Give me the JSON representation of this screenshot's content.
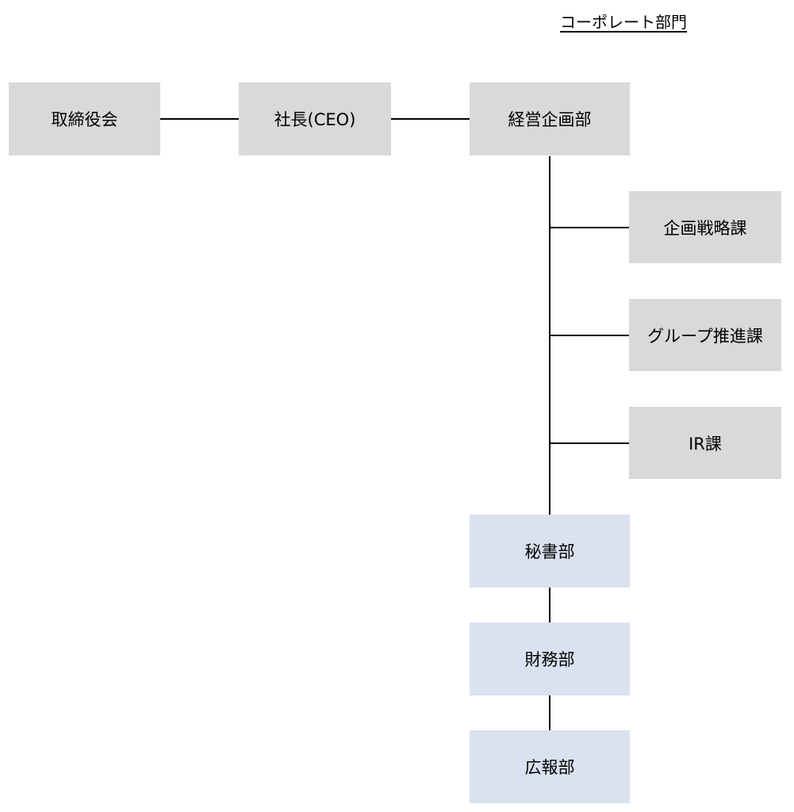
{
  "title": "コーポレート部門",
  "nodes": {
    "board": "取締役会",
    "ceo": "社長(CEO)",
    "corporate_planning": "経営企画部",
    "strategy": "企画戦略課",
    "group_promotion": "グループ推進課",
    "ir": "IR課",
    "secretariat": "秘書部",
    "finance": "財務部",
    "pr": "広報部"
  },
  "colors": {
    "gray_box": "#d9d9d9",
    "blue_box": "#dae1f0",
    "line": "#000000"
  }
}
